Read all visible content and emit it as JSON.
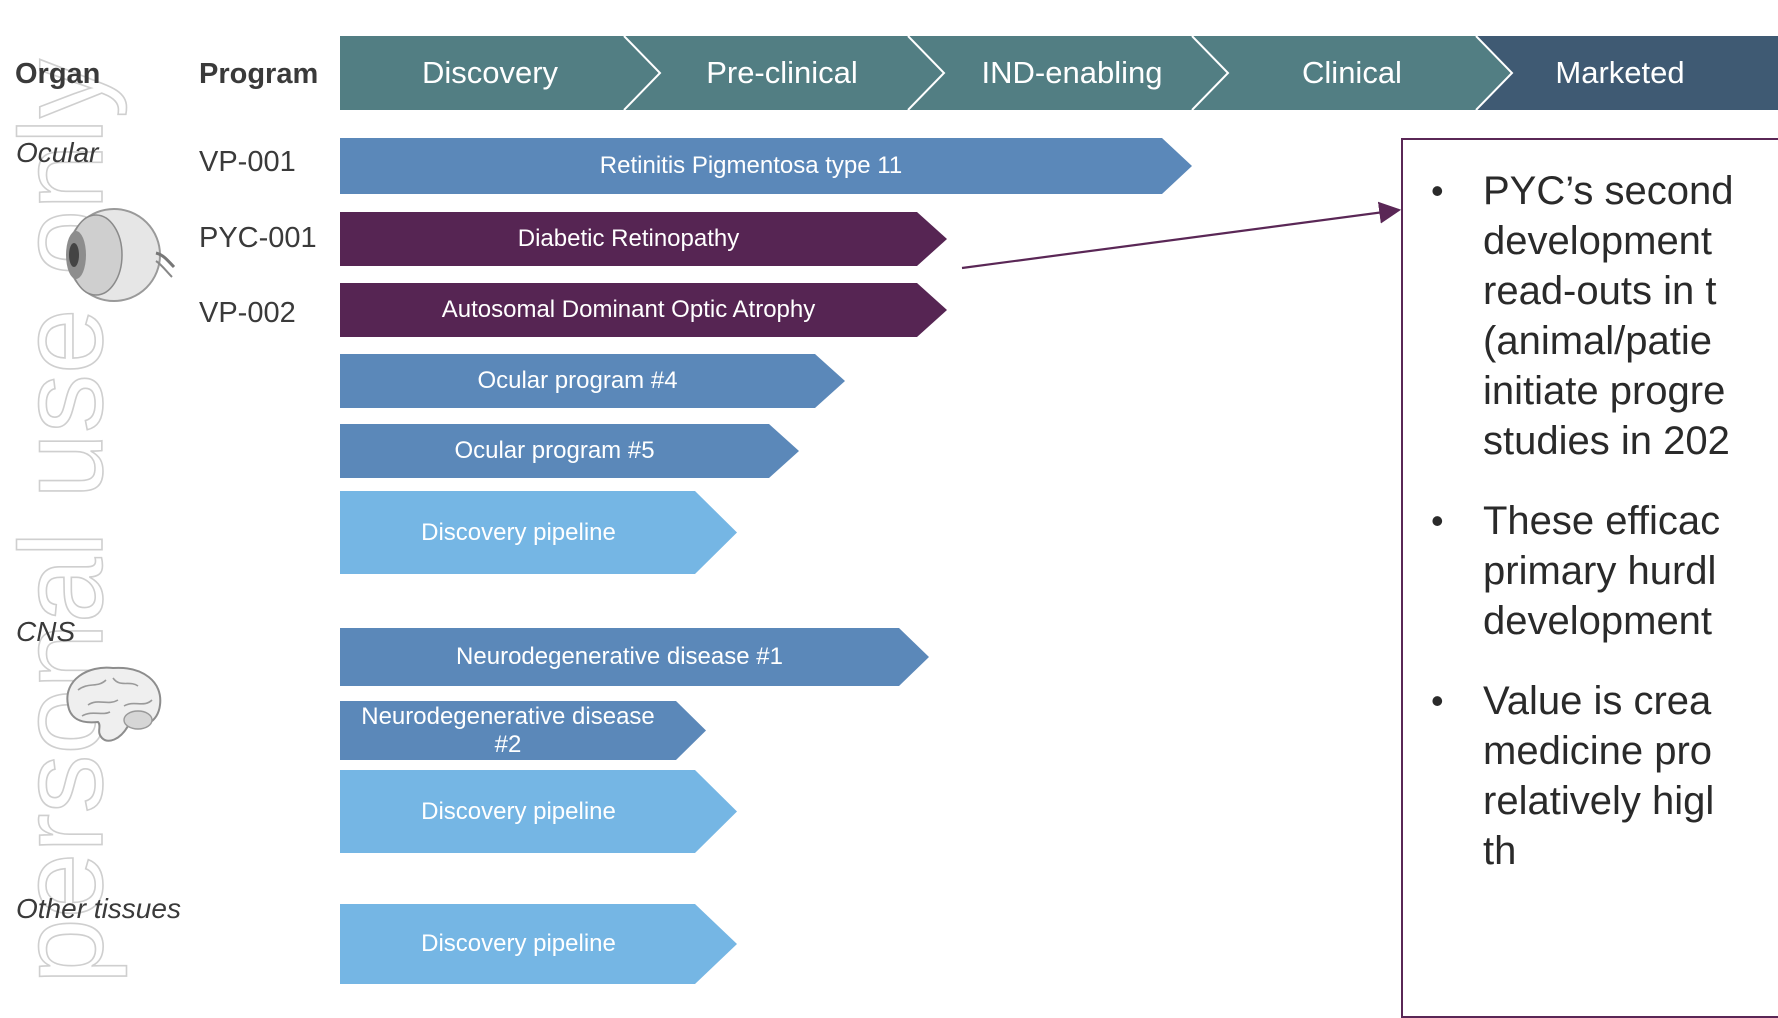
{
  "watermark": "personal use only",
  "headers": {
    "organ": "Organ",
    "program": "Program"
  },
  "stages": [
    "Discovery",
    "Pre-clinical",
    "IND-enabling",
    "Clinical",
    "Marketed"
  ],
  "organs": {
    "ocular": "Ocular",
    "cns": "CNS",
    "other": "Other tissues"
  },
  "programs": [
    "VP-001",
    "PYC-001",
    "VP-002"
  ],
  "bars": [
    "Retinitis Pigmentosa type 11",
    "Diabetic Retinopathy",
    "Autosomal Dominant Optic Atrophy",
    "Ocular program #4",
    "Ocular program #5",
    "Discovery pipeline",
    "Neurodegenerative disease #1",
    "Neurodegenerative disease #2",
    "Discovery pipeline",
    "Discovery pipeline"
  ],
  "callout": [
    [
      "PYC’s second",
      "development",
      "read-outs in t",
      "(animal/patie",
      "initiate progre",
      "studies in 202"
    ],
    [
      "These efficac",
      "primary hurdl",
      "development"
    ],
    [
      "Value is crea",
      "medicine pro",
      "relatively higl",
      "th"
    ]
  ],
  "colors": {
    "stage_teal": "#527e83",
    "stage_dark": "#3f5a73",
    "bar_blue": "#5b88b9",
    "bar_purple": "#562553",
    "bar_light": "#75b6e4",
    "callout_border": "#5a2756"
  }
}
